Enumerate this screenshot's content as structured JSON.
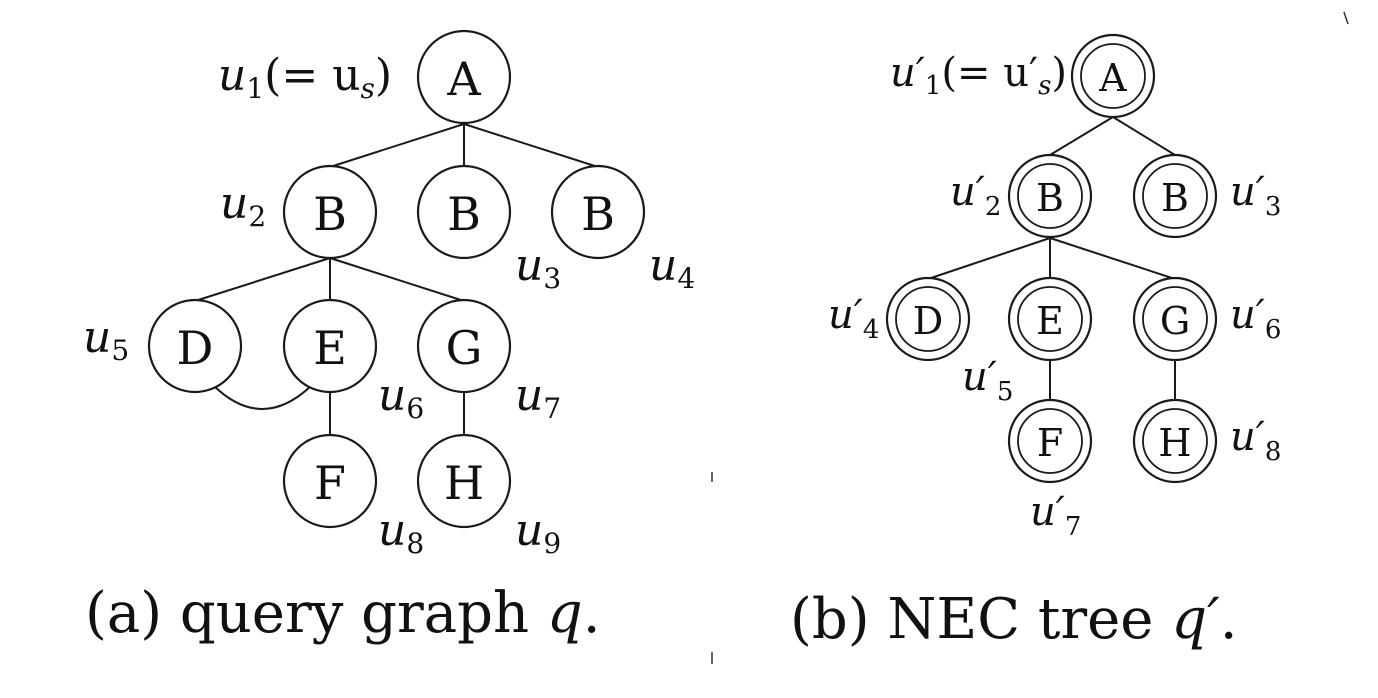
{
  "panel_a": {
    "caption_prefix": "(a) query graph ",
    "caption_var": "q",
    "caption_suffix": ".",
    "nodes": [
      {
        "id": "u1",
        "label": "A",
        "var": "u",
        "sub": "1",
        "tail": "(= u",
        "tail_sub": "s",
        "tail_end": ")"
      },
      {
        "id": "u2",
        "label": "B",
        "var": "u",
        "sub": "2"
      },
      {
        "id": "u3",
        "label": "B",
        "var": "u",
        "sub": "3"
      },
      {
        "id": "u4",
        "label": "B",
        "var": "u",
        "sub": "4"
      },
      {
        "id": "u5",
        "label": "D",
        "var": "u",
        "sub": "5"
      },
      {
        "id": "u6",
        "label": "E",
        "var": "u",
        "sub": "6"
      },
      {
        "id": "u7",
        "label": "G",
        "var": "u",
        "sub": "7"
      },
      {
        "id": "u8",
        "label": "F",
        "var": "u",
        "sub": "8"
      },
      {
        "id": "u9",
        "label": "H",
        "var": "u",
        "sub": "9"
      }
    ]
  },
  "panel_b": {
    "caption_prefix": "(b) NEC tree ",
    "caption_var": "q′",
    "caption_suffix": ".",
    "nodes": [
      {
        "id": "v1",
        "label": "A",
        "var": "u′",
        "sub": "1",
        "tail": "(= u′",
        "tail_sub": "s",
        "tail_end": ")"
      },
      {
        "id": "v2",
        "label": "B",
        "var": "u′",
        "sub": "2"
      },
      {
        "id": "v3",
        "label": "B",
        "var": "u′",
        "sub": "3",
        "highlighted": true
      },
      {
        "id": "v4",
        "label": "D",
        "var": "u′",
        "sub": "4"
      },
      {
        "id": "v5",
        "label": "E",
        "var": "u′",
        "sub": "5"
      },
      {
        "id": "v6",
        "label": "G",
        "var": "u′",
        "sub": "6"
      },
      {
        "id": "v7",
        "label": "F",
        "var": "u′",
        "sub": "7"
      },
      {
        "id": "v8",
        "label": "H",
        "var": "u′",
        "sub": "8"
      }
    ]
  },
  "colors": {
    "highlight_fill": "#8c8c8c",
    "stroke": "#1a1a1a",
    "background": "#ffffff"
  }
}
